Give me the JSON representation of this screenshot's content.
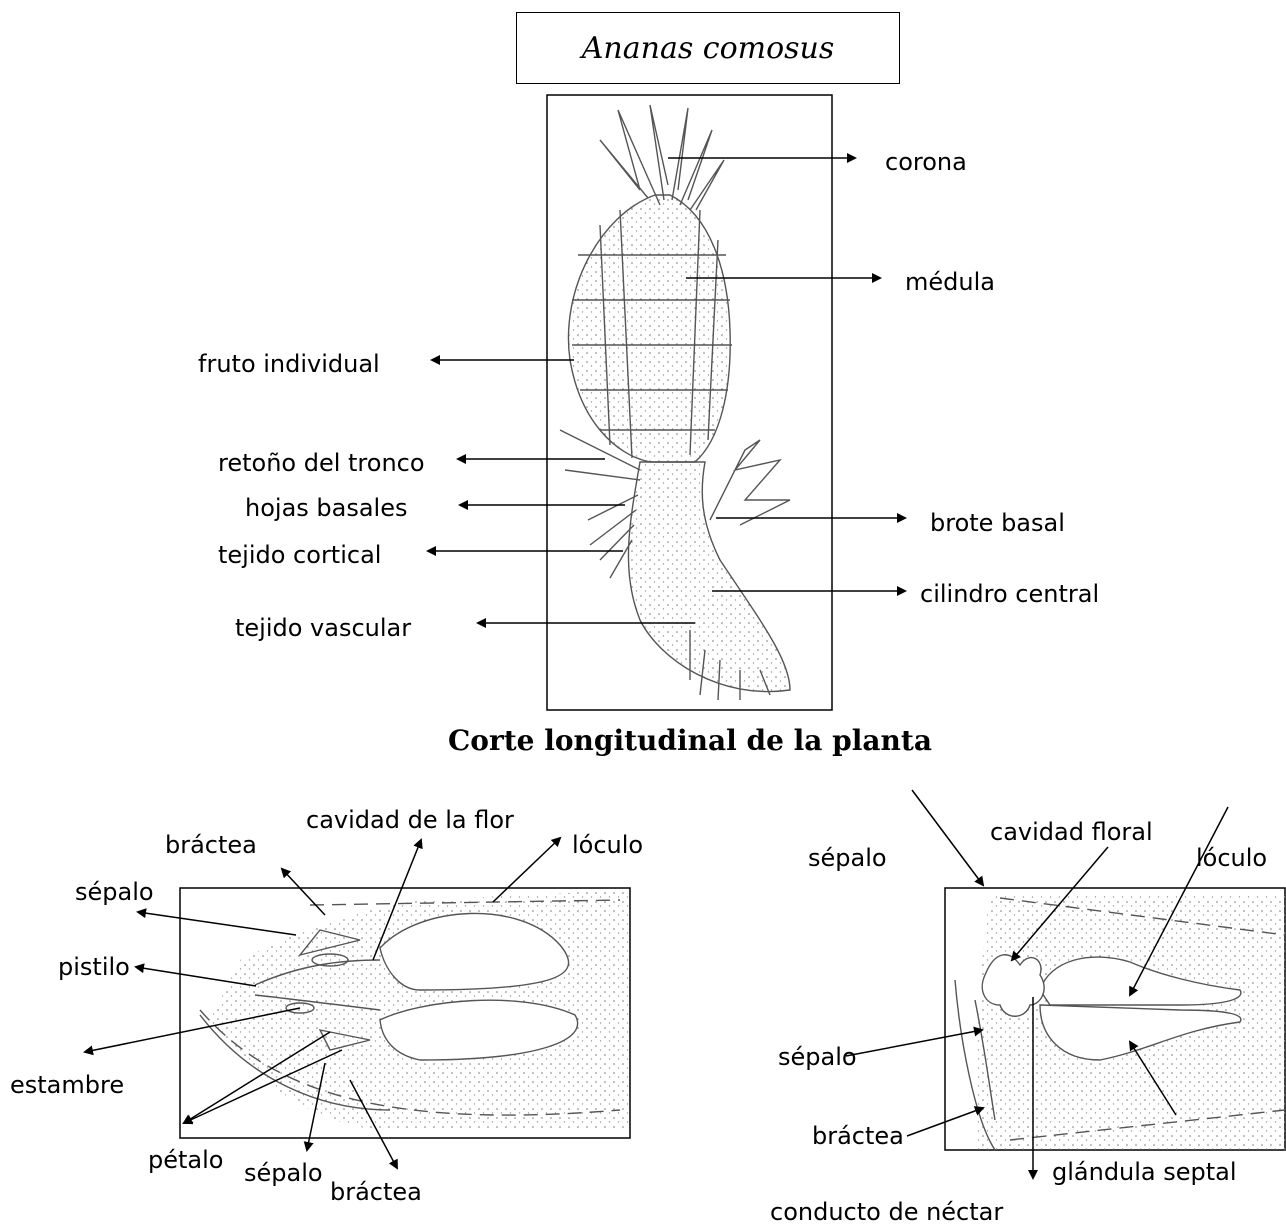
{
  "title": "Ananas comosus",
  "plant": {
    "caption": "Corte longitudinal de la planta",
    "labels": {
      "corona": "corona",
      "medula": "médula",
      "fruto": "fruto individual",
      "retono": "retoño del tronco",
      "hojas": "hojas basales",
      "brote": "brote basal",
      "cortical": "tejido cortical",
      "cilindro": "cilindro central",
      "vascular": "tejido vascular"
    }
  },
  "flower_left": {
    "labels": {
      "cavidad": "cavidad de la flor",
      "bractea_top": "bráctea",
      "loculo": "lóculo",
      "sepalo_top": "sépalo",
      "pistilo": "pistilo",
      "estambre": "estambre",
      "petalo": "pétalo",
      "sepalo_bottom": "sépalo",
      "bractea_bottom": "bráctea"
    }
  },
  "flower_right": {
    "labels": {
      "cavidad": "cavidad floral",
      "sepalo_top": "sépalo",
      "loculo": "lóculo",
      "sepalo_mid": "sépalo",
      "bractea": "bráctea",
      "glandula": "glándula septal",
      "conducto": "conducto de néctar"
    }
  },
  "colors": {
    "line": "#000000",
    "drawing": "#555555",
    "stipple": "#888888"
  }
}
